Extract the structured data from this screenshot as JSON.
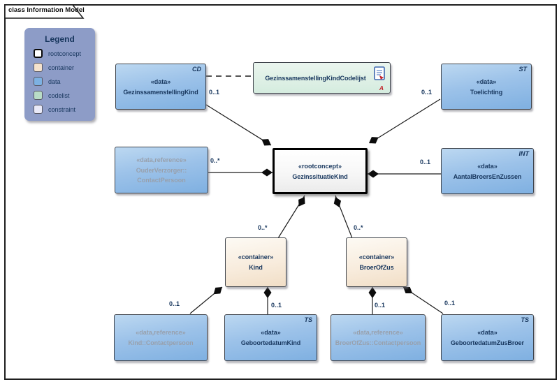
{
  "diagram": {
    "title": "class Information Model"
  },
  "legend": {
    "title": "Legend",
    "items": [
      {
        "label": "rootconcept",
        "color": "#ffffff"
      },
      {
        "label": "container",
        "color": "#f4e2cd"
      },
      {
        "label": "data",
        "color": "#7db1e2"
      },
      {
        "label": "codelist",
        "color": "#b8dcc6"
      },
      {
        "label": "constraint",
        "color": "#e9eaf8"
      }
    ]
  },
  "nodes": {
    "gezinssamenstellingKind": {
      "stereotype": "«data»",
      "name": "GezinssamenstellingKind",
      "tag": "CD"
    },
    "codelijst": {
      "name": "GezinssamenstellingKindCodelijst",
      "annotation": "A"
    },
    "toelichting": {
      "stereotype": "«data»",
      "name": "Toelichting",
      "tag": "ST"
    },
    "ouderVerzorgerContactPersoon": {
      "stereotype": "«data,reference»",
      "name": "OuderVerzorger::",
      "name2": "ContactPersoon"
    },
    "gezinssituatieKind": {
      "stereotype": "«rootconcept»",
      "name": "GezinssituatieKind"
    },
    "aantalBroersEnZussen": {
      "stereotype": "«data»",
      "name": "AantalBroersEnZussen",
      "tag": "INT"
    },
    "kind": {
      "stereotype": "«container»",
      "name": "Kind"
    },
    "broerOfZus": {
      "stereotype": "«container»",
      "name": "BroerOfZus"
    },
    "kindContactpersoon": {
      "stereotype": "«data,reference»",
      "name": "Kind::Contactpersoon"
    },
    "geboortedatumKind": {
      "stereotype": "«data»",
      "name": "GeboortedatumKind",
      "tag": "TS"
    },
    "broerOfZusContactpersoon": {
      "stereotype": "«data,reference»",
      "name": "BroerOfZus::Contactpersoon"
    },
    "geboortedatumZusBroer": {
      "stereotype": "«data»",
      "name": "GeboortedatumZusBroer",
      "tag": "TS"
    }
  },
  "edges": [
    {
      "from": "GezinssituatieKind",
      "to": "GezinssamenstellingKind",
      "type": "composition",
      "multiplicity": "0..1"
    },
    {
      "from": "GezinssituatieKind",
      "to": "Toelichting",
      "type": "composition",
      "multiplicity": "0..1"
    },
    {
      "from": "GezinssituatieKind",
      "to": "OuderVerzorger::ContactPersoon",
      "type": "composition",
      "multiplicity": "0..*"
    },
    {
      "from": "GezinssituatieKind",
      "to": "AantalBroersEnZussen",
      "type": "composition",
      "multiplicity": "0..1"
    },
    {
      "from": "GezinssituatieKind",
      "to": "Kind",
      "type": "composition",
      "multiplicity": "0..*"
    },
    {
      "from": "GezinssituatieKind",
      "to": "BroerOfZus",
      "type": "composition",
      "multiplicity": "0..*"
    },
    {
      "from": "Kind",
      "to": "Kind::Contactpersoon",
      "type": "composition",
      "multiplicity": "0..1"
    },
    {
      "from": "Kind",
      "to": "GeboortedatumKind",
      "type": "composition",
      "multiplicity": "0..1"
    },
    {
      "from": "BroerOfZus",
      "to": "BroerOfZus::Contactpersoon",
      "type": "composition",
      "multiplicity": "0..1"
    },
    {
      "from": "BroerOfZus",
      "to": "GeboortedatumZusBroer",
      "type": "composition",
      "multiplicity": "0..1"
    },
    {
      "from": "GezinssamenstellingKind",
      "to": "GezinssamenstellingKindCodelijst",
      "type": "dashed-association",
      "multiplicity": ""
    }
  ]
}
